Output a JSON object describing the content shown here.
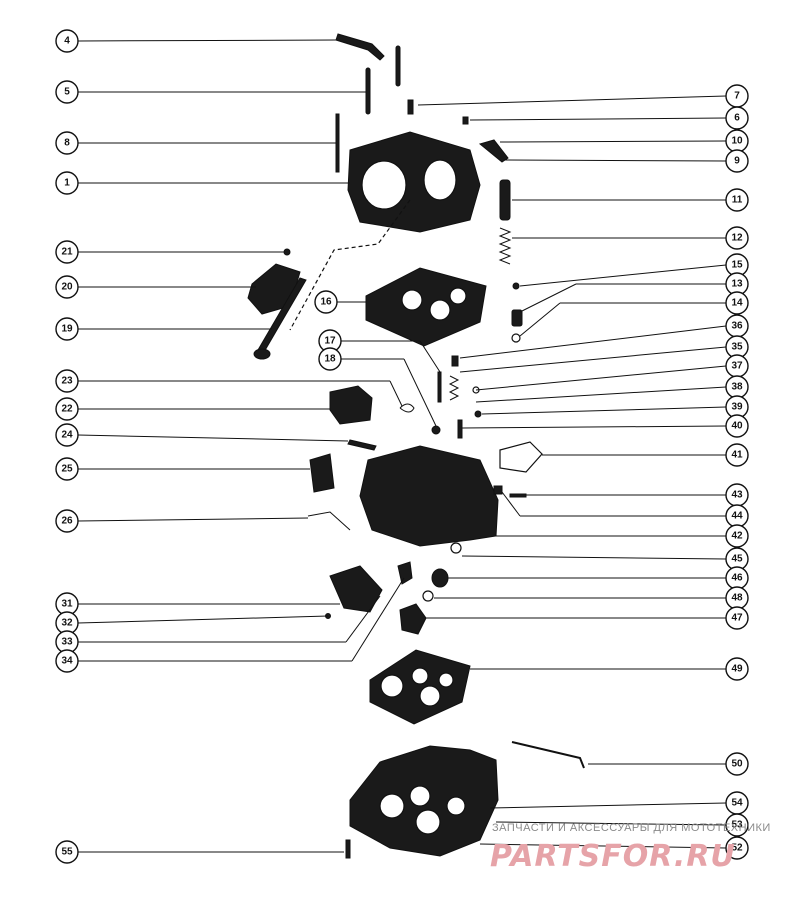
{
  "callouts": [
    {
      "num": "4",
      "side": "L"
    },
    {
      "num": "5",
      "side": "L"
    },
    {
      "num": "8",
      "side": "L"
    },
    {
      "num": "1",
      "side": "L"
    },
    {
      "num": "21",
      "side": "L"
    },
    {
      "num": "20",
      "side": "L"
    },
    {
      "num": "19",
      "side": "L"
    },
    {
      "num": "23",
      "side": "L"
    },
    {
      "num": "22",
      "side": "L"
    },
    {
      "num": "24",
      "side": "L"
    },
    {
      "num": "25",
      "side": "L"
    },
    {
      "num": "26",
      "side": "L"
    },
    {
      "num": "31",
      "side": "L"
    },
    {
      "num": "32",
      "side": "L"
    },
    {
      "num": "33",
      "side": "L"
    },
    {
      "num": "34",
      "side": "L"
    },
    {
      "num": "55",
      "side": "L"
    },
    {
      "num": "17",
      "side": "M"
    },
    {
      "num": "18",
      "side": "M"
    },
    {
      "num": "16",
      "side": "M"
    },
    {
      "num": "7",
      "side": "R"
    },
    {
      "num": "6",
      "side": "R"
    },
    {
      "num": "10",
      "side": "R"
    },
    {
      "num": "9",
      "side": "R"
    },
    {
      "num": "11",
      "side": "R"
    },
    {
      "num": "12",
      "side": "R"
    },
    {
      "num": "15",
      "side": "R"
    },
    {
      "num": "13",
      "side": "R"
    },
    {
      "num": "14",
      "side": "R"
    },
    {
      "num": "36",
      "side": "R"
    },
    {
      "num": "35",
      "side": "R"
    },
    {
      "num": "37",
      "side": "R"
    },
    {
      "num": "38",
      "side": "R"
    },
    {
      "num": "39",
      "side": "R"
    },
    {
      "num": "40",
      "side": "R"
    },
    {
      "num": "41",
      "side": "R"
    },
    {
      "num": "43",
      "side": "R"
    },
    {
      "num": "44",
      "side": "R"
    },
    {
      "num": "42",
      "side": "R"
    },
    {
      "num": "45",
      "side": "R"
    },
    {
      "num": "46",
      "side": "R"
    },
    {
      "num": "48",
      "side": "R"
    },
    {
      "num": "47",
      "side": "R"
    },
    {
      "num": "49",
      "side": "R"
    },
    {
      "num": "50",
      "side": "R"
    },
    {
      "num": "54",
      "side": "R"
    },
    {
      "num": "53",
      "side": "R"
    },
    {
      "num": "52",
      "side": "R"
    }
  ],
  "watermark": {
    "subtitle": "ЗАПЧАСТИ И АКСЕССУАРЫ ДЛЯ МОТОТЕХНИКИ",
    "brand": "PARTSFOR.RU",
    "brand_color": "#e6a3a8"
  }
}
